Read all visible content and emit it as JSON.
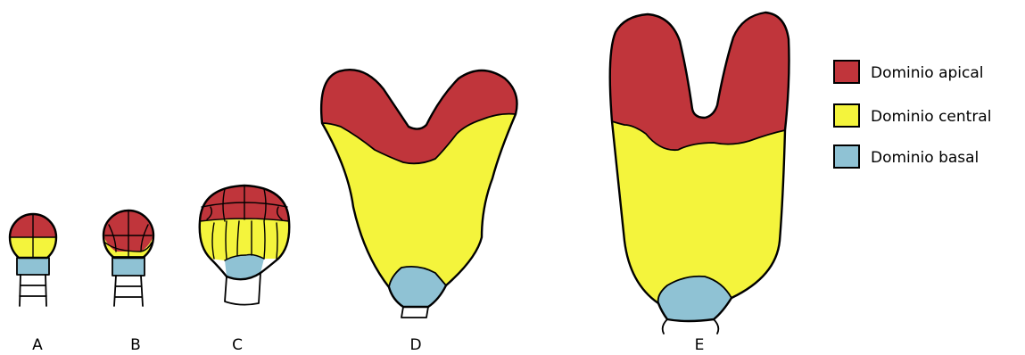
{
  "colors": {
    "apical": "#c0353b",
    "central": "#f4f43c",
    "basal": "#8fc2d4",
    "suspensor": "#ffffff",
    "outline": "#000000"
  },
  "legend": {
    "apical_label": "Dominio apical",
    "central_label": "Dominio central",
    "basal_label": "Dominio basal"
  },
  "stages": {
    "a": "A",
    "b": "B",
    "c": "C",
    "d": "D",
    "e": "E"
  }
}
